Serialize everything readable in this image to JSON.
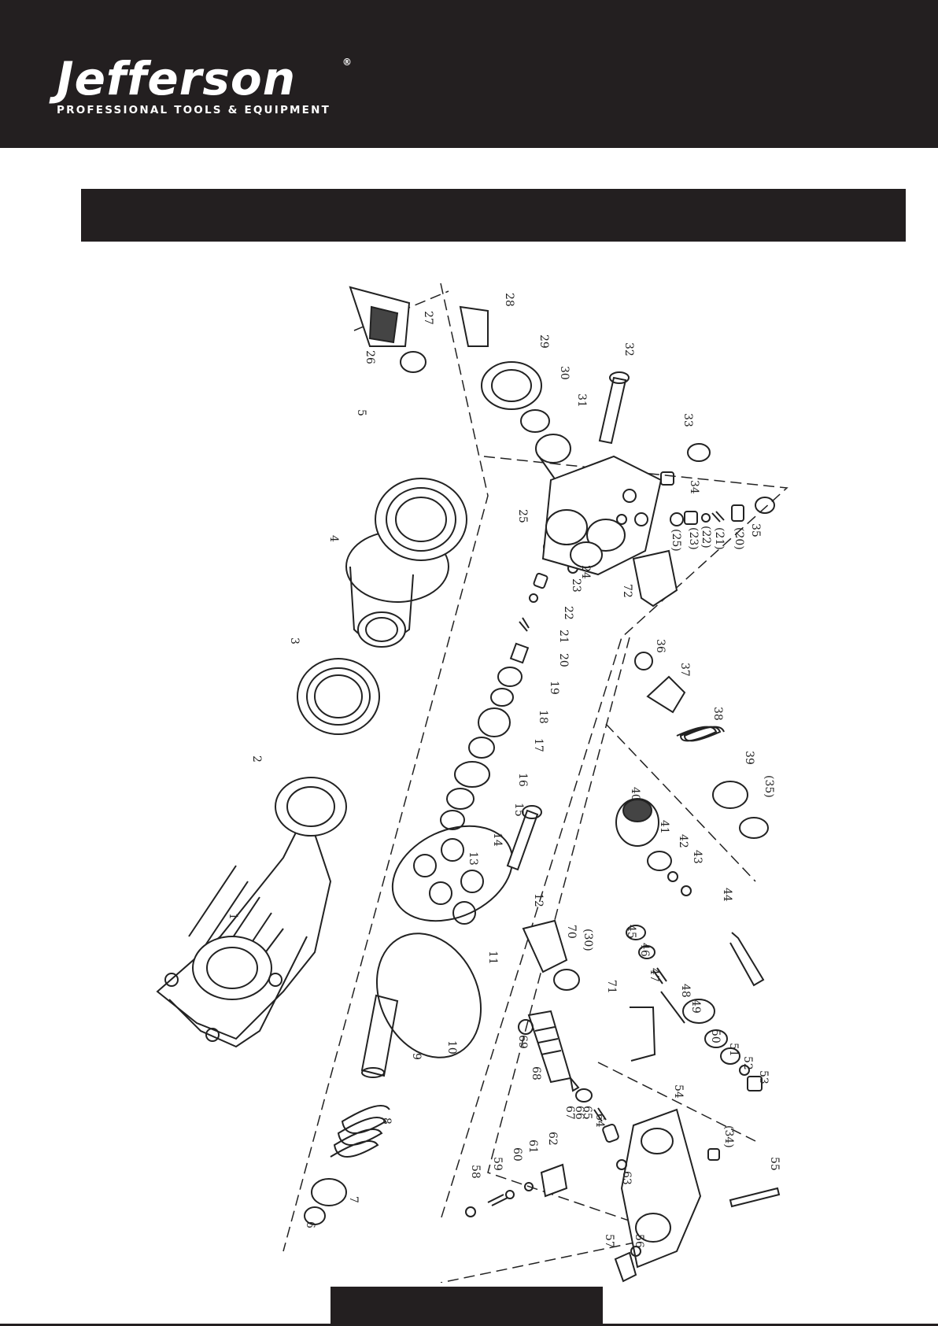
{
  "brand": {
    "name": "Jefferson",
    "registered_mark": "®",
    "tagline": "PROFESSIONAL TOOLS & EQUIPMENT"
  },
  "colors": {
    "header_bg": "#231f20",
    "page_bg": "#ffffff",
    "line": "#222222"
  },
  "diagram": {
    "type": "exploded parts diagram (pump assembly)",
    "part_labels": [
      {
        "id": "p1",
        "text": "1"
      },
      {
        "id": "p2",
        "text": "2"
      },
      {
        "id": "p3",
        "text": "3"
      },
      {
        "id": "p4",
        "text": "4"
      },
      {
        "id": "p5",
        "text": "5"
      },
      {
        "id": "p6",
        "text": "6"
      },
      {
        "id": "p7",
        "text": "7"
      },
      {
        "id": "p8",
        "text": "8"
      },
      {
        "id": "p9",
        "text": "9"
      },
      {
        "id": "p10",
        "text": "10"
      },
      {
        "id": "p11",
        "text": "11"
      },
      {
        "id": "p12",
        "text": "12"
      },
      {
        "id": "p13",
        "text": "13"
      },
      {
        "id": "p14",
        "text": "14"
      },
      {
        "id": "p15",
        "text": "15"
      },
      {
        "id": "p16",
        "text": "16"
      },
      {
        "id": "p17",
        "text": "17"
      },
      {
        "id": "p18",
        "text": "18"
      },
      {
        "id": "p19",
        "text": "19"
      },
      {
        "id": "p20",
        "text": "20"
      },
      {
        "id": "p21",
        "text": "21"
      },
      {
        "id": "p22",
        "text": "22"
      },
      {
        "id": "p23",
        "text": "23"
      },
      {
        "id": "p24",
        "text": "24"
      },
      {
        "id": "p25",
        "text": "25"
      },
      {
        "id": "p26",
        "text": "26"
      },
      {
        "id": "p27",
        "text": "27"
      },
      {
        "id": "p28",
        "text": "28"
      },
      {
        "id": "p29",
        "text": "29"
      },
      {
        "id": "p30",
        "text": "30"
      },
      {
        "id": "p31",
        "text": "31"
      },
      {
        "id": "p32",
        "text": "32"
      },
      {
        "id": "p33",
        "text": "33"
      },
      {
        "id": "p34",
        "text": "34"
      },
      {
        "id": "p35",
        "text": "35"
      },
      {
        "id": "p20b",
        "text": "(20)"
      },
      {
        "id": "p21b",
        "text": "(21)"
      },
      {
        "id": "p22b",
        "text": "(22)"
      },
      {
        "id": "p23b",
        "text": "(23)"
      },
      {
        "id": "p25b",
        "text": "(25)"
      },
      {
        "id": "p72",
        "text": "72"
      },
      {
        "id": "p36",
        "text": "36"
      },
      {
        "id": "p37",
        "text": "37"
      },
      {
        "id": "p38",
        "text": "38"
      },
      {
        "id": "p39",
        "text": "39"
      },
      {
        "id": "p35b",
        "text": "(35)"
      },
      {
        "id": "p40",
        "text": "40"
      },
      {
        "id": "p41",
        "text": "41"
      },
      {
        "id": "p42",
        "text": "42"
      },
      {
        "id": "p43",
        "text": "43"
      },
      {
        "id": "p44",
        "text": "44"
      },
      {
        "id": "p45",
        "text": "45"
      },
      {
        "id": "p46",
        "text": "46"
      },
      {
        "id": "p47",
        "text": "47"
      },
      {
        "id": "p48",
        "text": "48"
      },
      {
        "id": "p49",
        "text": "49"
      },
      {
        "id": "p50",
        "text": "50"
      },
      {
        "id": "p51",
        "text": "51"
      },
      {
        "id": "p52",
        "text": "52"
      },
      {
        "id": "p53",
        "text": "53"
      },
      {
        "id": "p54",
        "text": "54"
      },
      {
        "id": "p34b",
        "text": "(34)"
      },
      {
        "id": "p55",
        "text": "55"
      },
      {
        "id": "p56",
        "text": "56"
      },
      {
        "id": "p57",
        "text": "57"
      },
      {
        "id": "p58",
        "text": "58"
      },
      {
        "id": "p59",
        "text": "59"
      },
      {
        "id": "p60",
        "text": "60"
      },
      {
        "id": "p61",
        "text": "61"
      },
      {
        "id": "p62",
        "text": "62"
      },
      {
        "id": "p63",
        "text": "63"
      },
      {
        "id": "p64",
        "text": "64"
      },
      {
        "id": "p65",
        "text": "65"
      },
      {
        "id": "p66",
        "text": "66"
      },
      {
        "id": "p67",
        "text": "67"
      },
      {
        "id": "p68",
        "text": "68"
      },
      {
        "id": "p69",
        "text": "69"
      },
      {
        "id": "p70",
        "text": "70"
      },
      {
        "id": "p30b",
        "text": "(30)"
      },
      {
        "id": "p71",
        "text": "71"
      }
    ]
  }
}
